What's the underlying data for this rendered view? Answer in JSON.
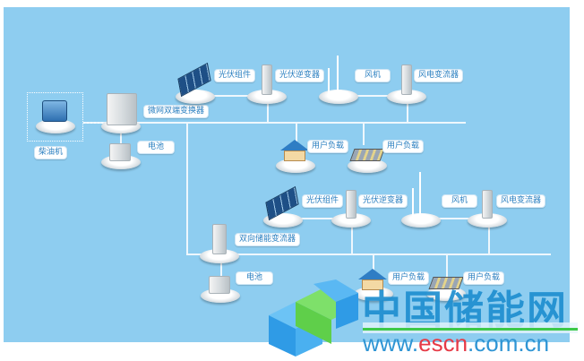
{
  "labels": {
    "diesel": "柴油机",
    "microgrid_converter": "微网双端变换器",
    "battery_1": "电池",
    "pv_module_1": "光伏组件",
    "pv_inverter_1": "光伏逆变器",
    "wind_turbine_1": "风机",
    "wind_converter_1": "风电变流器",
    "user_load_1a": "用户负载",
    "user_load_1b": "用户负载",
    "pv_module_2": "光伏组件",
    "pv_inverter_2": "光伏逆变器",
    "wind_turbine_2": "风机",
    "wind_converter_2": "风电变流器",
    "bidirectional_pcs": "双向储能变流器",
    "battery_2": "电池",
    "user_load_2a": "用户负载",
    "user_load_2b": "用户负载"
  },
  "watermark": {
    "name": "中国储能网",
    "url_prefix": "www.",
    "url_highlight": "escn",
    "url_suffix": ".com.cn"
  },
  "colors": {
    "background": "#8ecdf0",
    "label_text": "#2a7fc0",
    "watermark_blue": "#1f8fd0",
    "watermark_red": "#e63a46",
    "watermark_green": "#3dc94a"
  }
}
